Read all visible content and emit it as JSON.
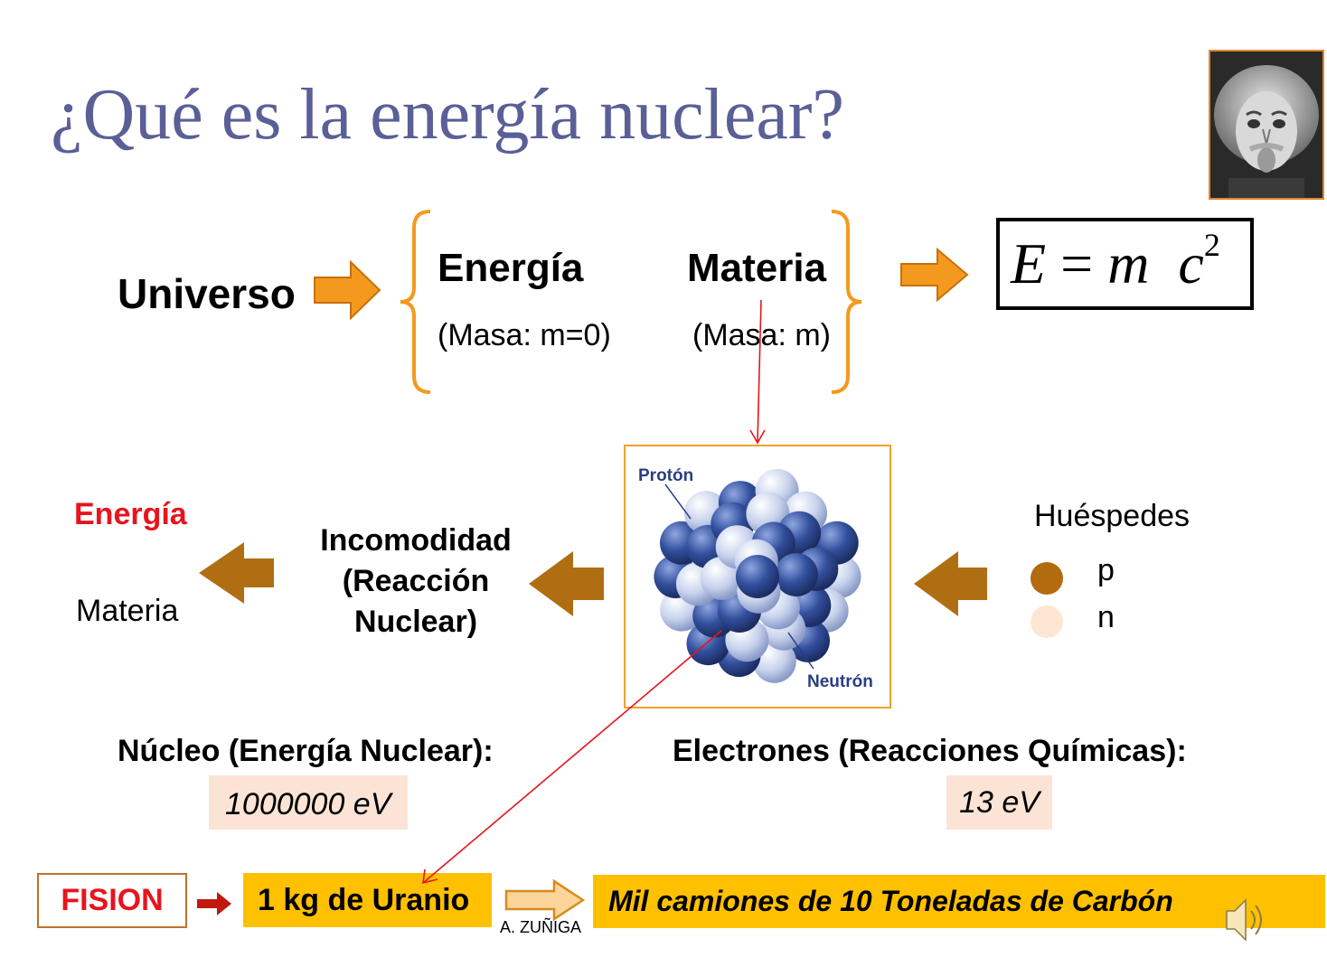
{
  "title": "¿Qué es la energía nuclear?",
  "top_row": {
    "universo": "Universo",
    "energia": "Energía",
    "materia": "Materia",
    "masa_energia": "(Masa: m=0)",
    "masa_materia": "(Masa: m)"
  },
  "formula": {
    "lhs": "E",
    "equals": "=",
    "m": "m",
    "c": "c",
    "exp": "2"
  },
  "nucleus": {
    "proton_label": "Protón",
    "neutron_label": "Neutrón"
  },
  "middle_row": {
    "energia": "Energía",
    "materia": "Materia",
    "incomodidad_line1": "Incomodidad",
    "incomodidad_line2": "(Reacción",
    "incomodidad_line3": "Nuclear)",
    "huespedes": "Huéspedes",
    "p": "p",
    "n": "n"
  },
  "comparison": {
    "nucleo_label": "Núcleo (Energía Nuclear):",
    "nucleo_value": "1000000  eV",
    "electrones_label": "Electrones (Reacciones Químicas):",
    "electrones_value": "13 eV"
  },
  "bottom_row": {
    "fision": "FISION",
    "uranio": "1 kg de Uranio",
    "carbon": "Mil camiones de 10 Toneladas de  Carbón",
    "author": "A. ZUÑIGA"
  },
  "icons": {
    "portrait": "einstein-portrait",
    "speaker": "speaker-icon"
  },
  "colors": {
    "title": "#5b5f97",
    "orange_arrow": "#f39a1e",
    "brown_arrow": "#b06e12",
    "proton": "#b36b10",
    "neutron": "#fde7d2",
    "red": "#e8141e",
    "highlight": "#ffc000",
    "value_bg": "#fbe4d5"
  }
}
